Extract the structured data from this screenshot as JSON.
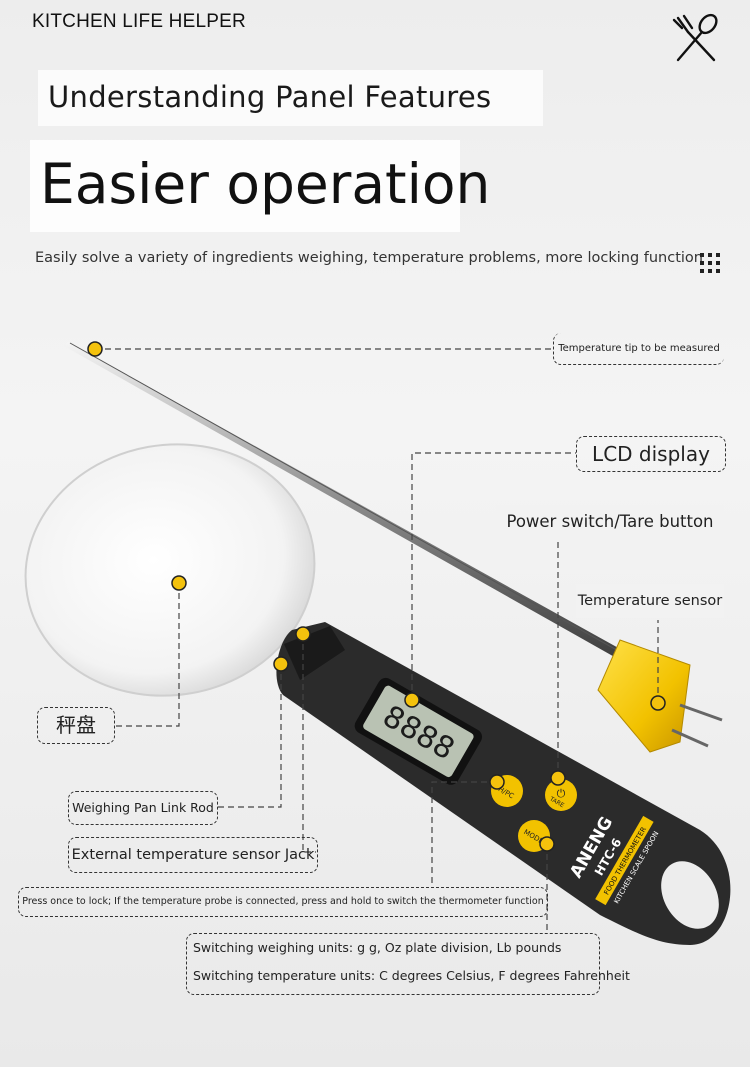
{
  "header": {
    "brand": "KITCHEN LIFE HELPER",
    "subtitle": "Understanding Panel Features",
    "title": "Easier operation",
    "description": "Easily solve a variety of ingredients weighing, temperature problems, more locking function"
  },
  "labels": {
    "temperature_tip": "Temperature tip to be measured",
    "lcd_display": "LCD display",
    "power_switch": "Power switch/Tare button",
    "temperature_sensor": "Temperature sensor",
    "weighing_pan": "秤盘",
    "link_rod": "Weighing Pan Link Rod",
    "sensor_jack": "External temperature sensor Jack",
    "press_lock": "Press once to lock; If the temperature probe is connected, press and hold to switch the thermometer function",
    "units_weight": "Switching weighing units: g g, Oz plate division, Lb pounds",
    "units_temp": "Switching temperature units: C degrees Celsius, F degrees Fahrenheit"
  },
  "device": {
    "brand": "ANENG",
    "model": "HTC-6",
    "line1": "FOOD THERMOMETER",
    "line2": "KITCHEN SCALE SPOON",
    "lcd_reading": "8888",
    "button_unit": "H/PC",
    "button_power": "TARE",
    "button_mode": "MODE"
  },
  "colors": {
    "marker": "#f4c20d",
    "probe_handle": "#f2c200",
    "handle_body": "#2a2a2a",
    "lcd": "#b9c2b3"
  },
  "icons": {
    "header": "fork-spoon-cross-icon",
    "menu": "grid-dots-icon"
  }
}
